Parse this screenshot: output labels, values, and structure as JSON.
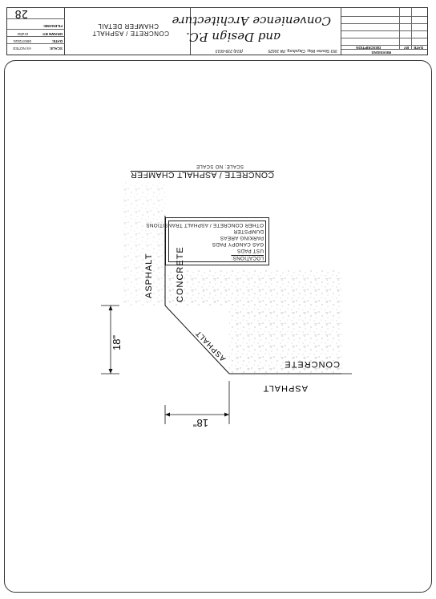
{
  "title_block": {
    "revisions_header": "REVISIONS",
    "col_description": "DESCRIPTION",
    "col_by": "BY",
    "col_date": "DATE",
    "firm_name_line1": "Convenience Architecture",
    "firm_name_line2": "and Design P.C.",
    "firm_address": "353 Slovine Way, Claysburg, PA 16625",
    "firm_phone": "(814) 239-6013",
    "sheet_title_line1": "CONCRETE / ASPHALT",
    "sheet_title_line2": "CHAMFER DETAIL",
    "filename_label": "FILENAME:",
    "drawn_by_label": "DRAWN BY:",
    "drawn_by_value": "Drafter",
    "date_label": "DATE:",
    "date_value": "09/07/2024",
    "scale_label": "SCALE:",
    "scale_value": "AS NOTED",
    "sheet_number": "28"
  },
  "detail": {
    "title": "CONCRETE / ASPHALT CHAMFER",
    "scale_note": "SCALE: NO SCALE"
  },
  "notes": {
    "header": "LOCATIONS:",
    "items": [
      "UST PADS",
      "GAS CANOPY PADS",
      "PARKING AREAS",
      "DUMPSTER",
      "OTHER CONCRETE / ASPHALT TRANSITIONS"
    ]
  },
  "drawing_labels": {
    "asphalt_vertical": "ASPHALT",
    "concrete_vertical": "CONCRETE",
    "asphalt_diagonal": "ASPHALT",
    "concrete_horizontal": "CONCRETE",
    "asphalt_horizontal": "ASPHALT",
    "dim_vertical": "18\"",
    "dim_horizontal": "18\""
  }
}
